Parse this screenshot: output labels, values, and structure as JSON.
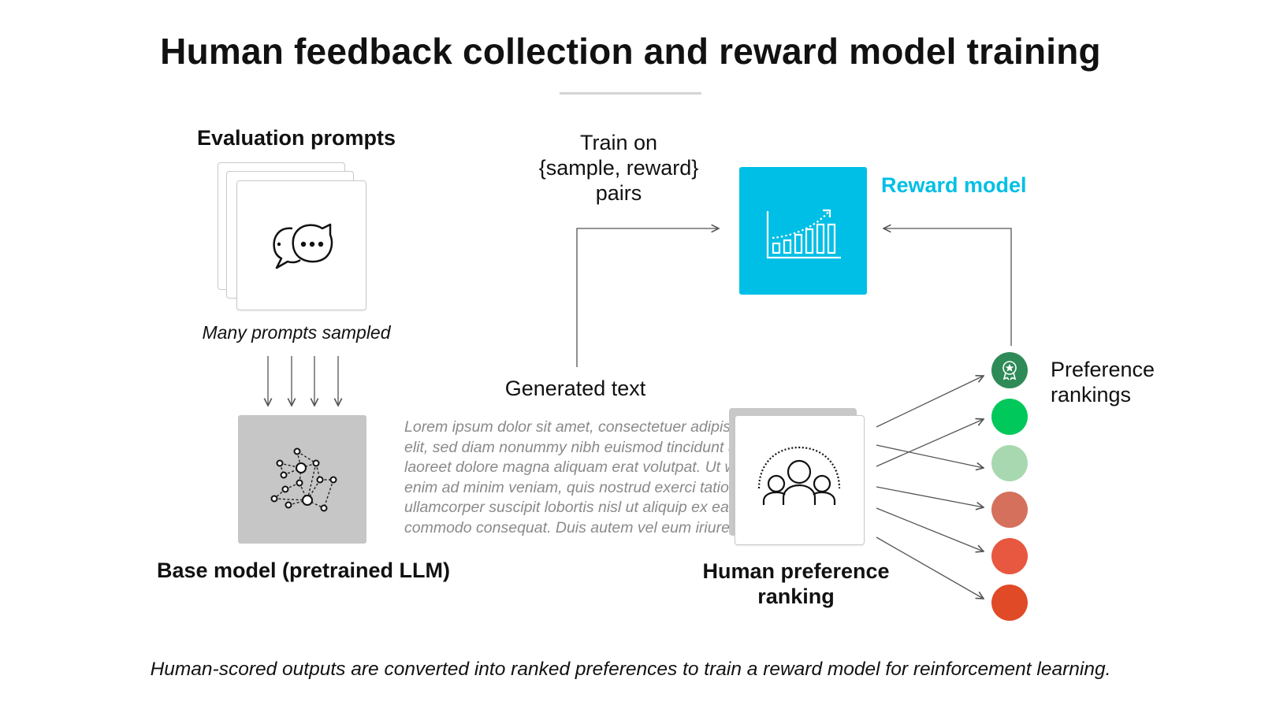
{
  "title": "Human feedback collection and reward model training",
  "prompts": {
    "heading": "Evaluation prompts",
    "caption": "Many prompts sampled",
    "icon": "chat-bubbles-icon"
  },
  "base_model": {
    "label": "Base model (pretrained LLM)",
    "icon": "neural-network-icon"
  },
  "generated": {
    "label": "Generated text",
    "lorem_lines": [
      "Lorem ipsum dolor sit amet, consectetuer adipiscing",
      "elit, sed diam nonummy nibh euismod tincidunt ut",
      "laoreet dolore magna aliquam erat volutpat. Ut wisi",
      "enim ad minim veniam, quis nostrud exerci tation",
      "ullamcorper suscipit lobortis nisl ut aliquip ex ea",
      "commodo consequat. Duis autem vel eum iriure dolor"
    ]
  },
  "train": {
    "line1": "Train on",
    "line2": "{sample, reward}",
    "line3": "pairs"
  },
  "reward_model": {
    "label": "Reward model",
    "icon": "growth-chart-icon",
    "color": "#00bfe6"
  },
  "human": {
    "line1": "Human preference",
    "line2": "ranking",
    "icon": "people-group-icon"
  },
  "rankings": {
    "label_line1": "Preference",
    "label_line2": "rankings",
    "top_icon": "award-badge-icon",
    "colors": [
      "#2e8b57",
      "#00c85a",
      "#a8d8b0",
      "#d4705c",
      "#e8573f",
      "#e04a26"
    ]
  },
  "caption": "Human-scored outputs are converted into ranked preferences to train a reward model for reinforcement learning."
}
